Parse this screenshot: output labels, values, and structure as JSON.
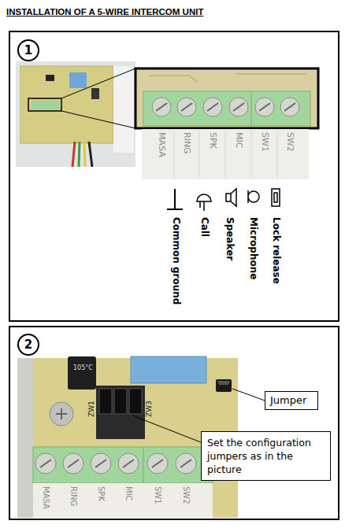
{
  "diagram": {
    "title": "INSTALLATION OF A 5-WIRE INTERCOM UNIT",
    "nodes": [
      {
        "text": [
          "1"
        ]
      },
      {
        "text": [
          "2"
        ]
      },
      {
        "text": [
          "Jumper"
        ]
      },
      {
        "text": [
          "Set the configuration jumpers as in the picture"
        ]
      }
    ],
    "labels": [
      "MASA",
      "RING",
      "SPK",
      "MIC",
      "SW1",
      "SW2",
      "Common ground",
      "Call",
      "Speaker",
      "Microphone",
      "Lock release",
      "105°C",
      "ZW1",
      "ZW3",
      "MASA",
      "RING",
      "SPK",
      "MIC",
      "SW1",
      "SW2"
    ]
  }
}
